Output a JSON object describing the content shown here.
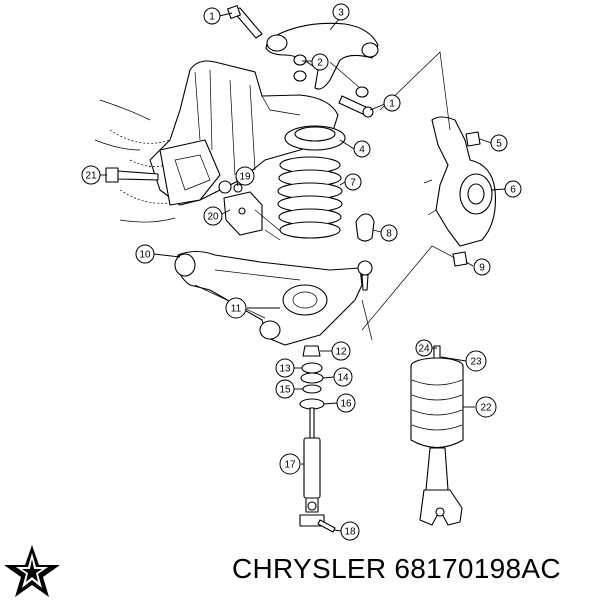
{
  "brand": {
    "make": "CHRYSLER",
    "part_number": "68170198AC"
  },
  "callouts": [
    "1",
    "3",
    "2",
    "1",
    "5",
    "4",
    "7",
    "6",
    "21",
    "19",
    "20",
    "8",
    "10",
    "9",
    "11",
    "12",
    "24",
    "23",
    "13",
    "14",
    "15",
    "16",
    "22",
    "17",
    "18"
  ],
  "icons": {
    "logo": "chrysler-pentastar-icon"
  },
  "colors": {
    "ink": "#000000",
    "paper": "#ffffff"
  }
}
